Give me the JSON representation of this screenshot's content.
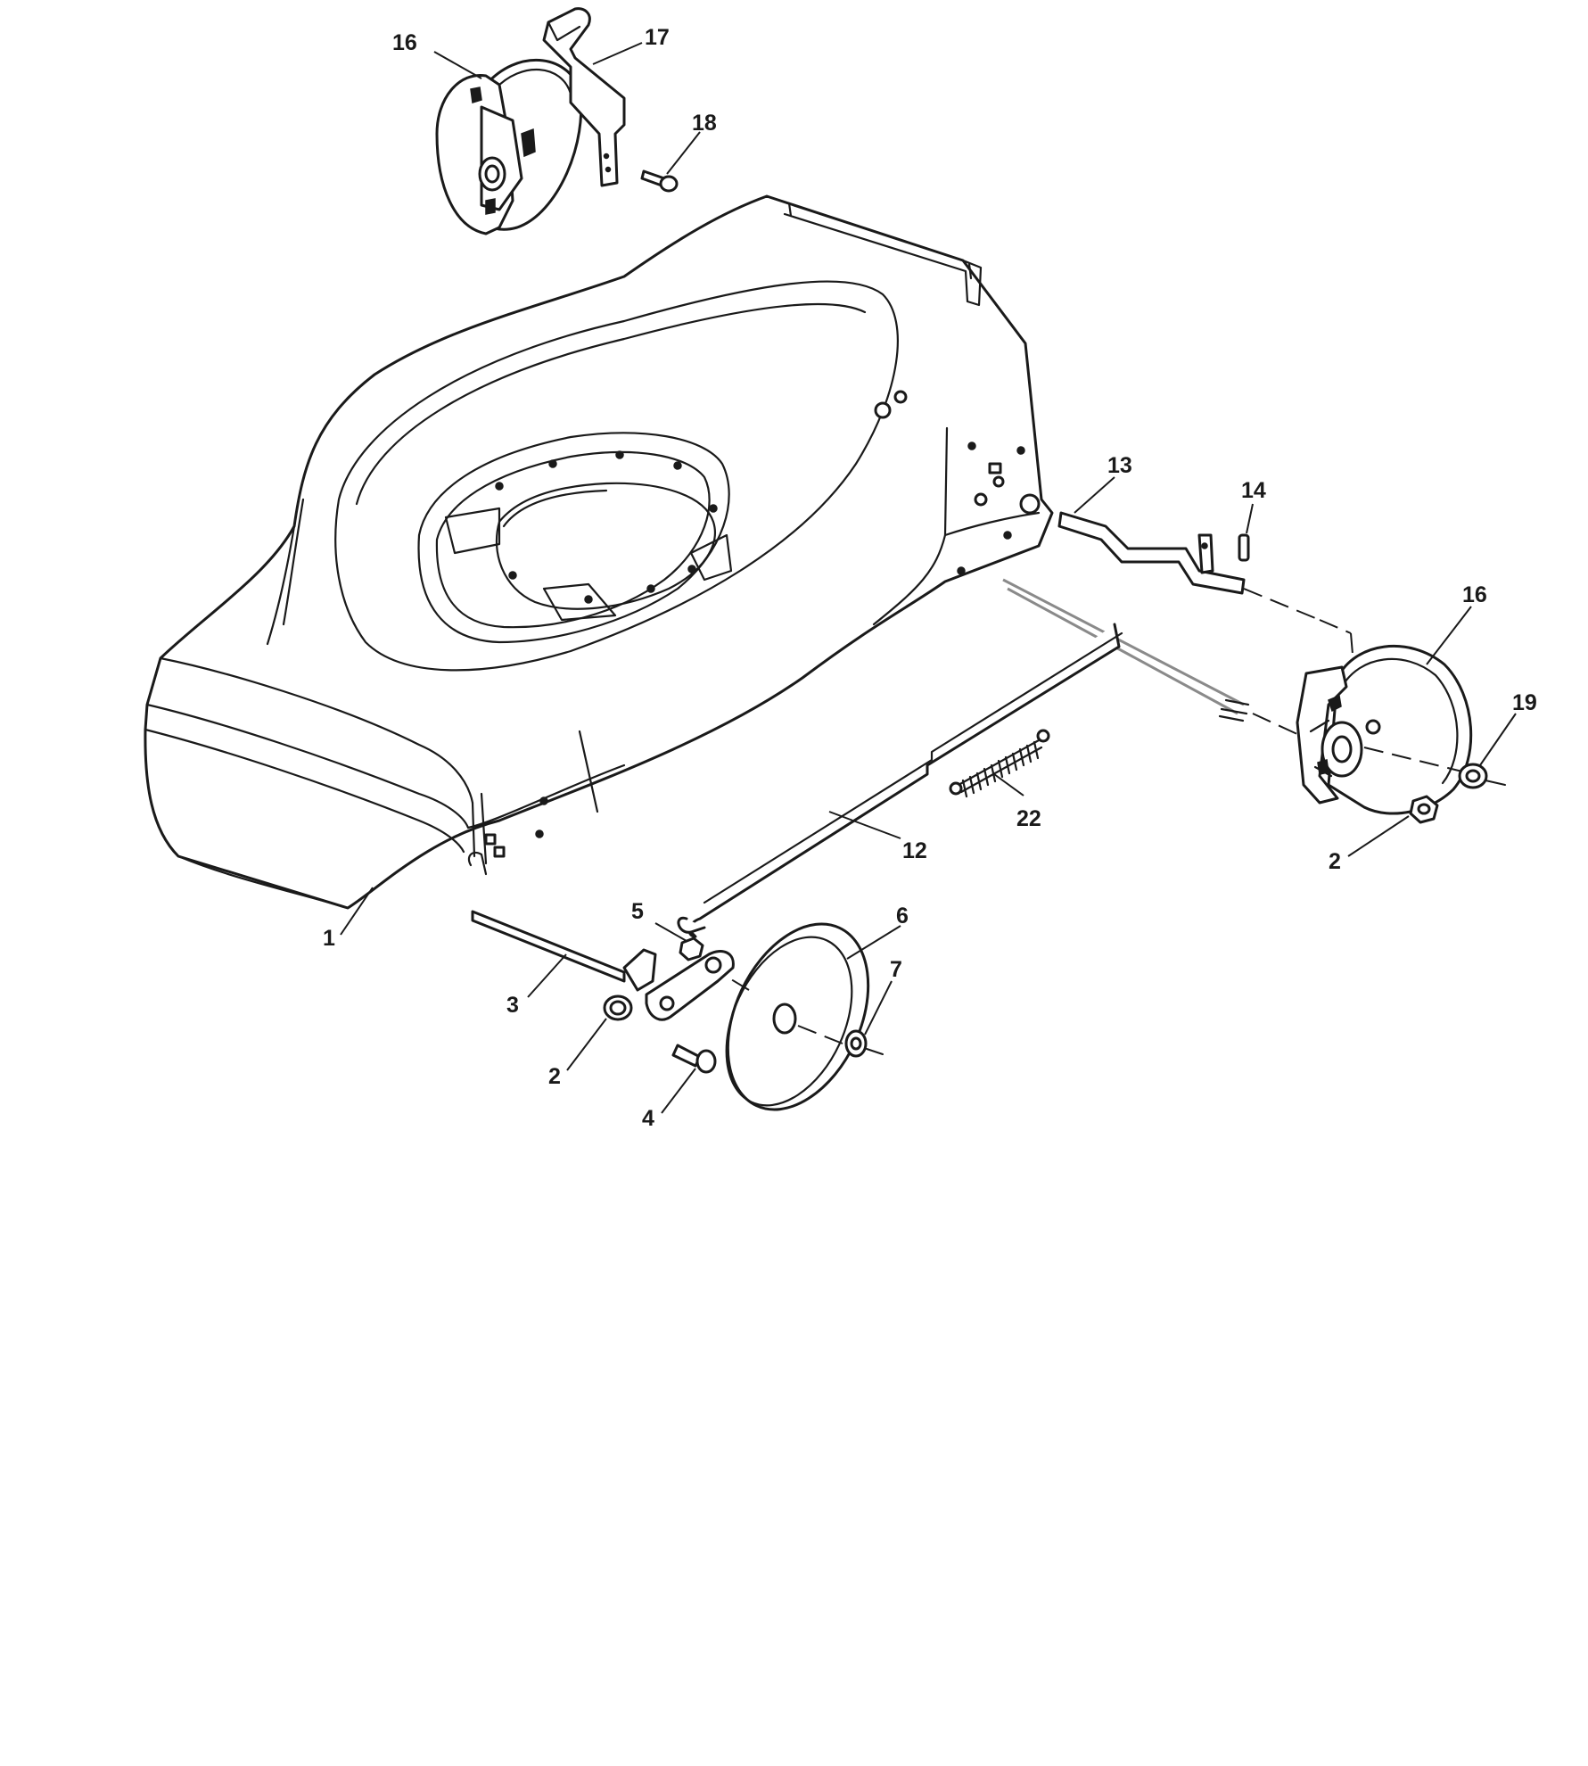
{
  "callouts": {
    "c1": "1",
    "c2a": "2",
    "c2b": "2",
    "c3": "3",
    "c4": "4",
    "c5": "5",
    "c6": "6",
    "c7": "7",
    "c12": "12",
    "c13": "13",
    "c14": "14",
    "c16a": "16",
    "c16b": "16",
    "c17": "17",
    "c18": "18",
    "c19": "19",
    "c22": "22"
  },
  "colors": {
    "line": "#1a1a1a",
    "background": "#ffffff",
    "axle": "#8a8a8a"
  }
}
